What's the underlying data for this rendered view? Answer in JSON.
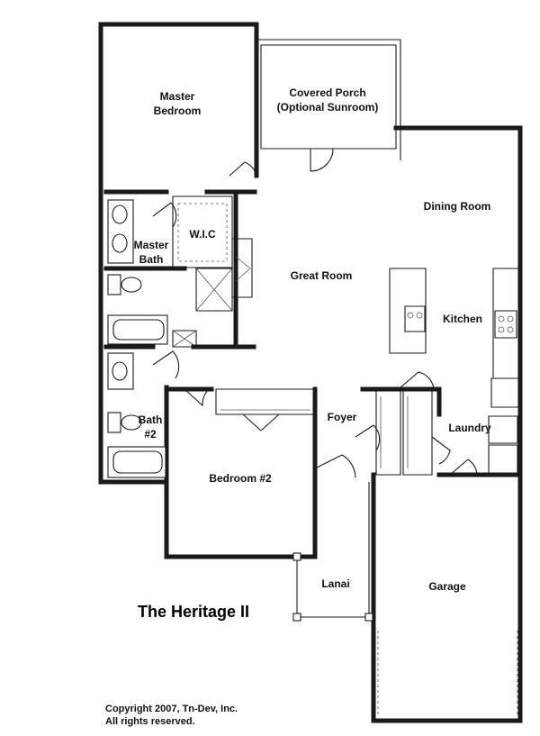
{
  "rooms": {
    "master_bedroom": [
      "Master",
      "Bedroom"
    ],
    "covered_porch": [
      "Covered Porch",
      "(Optional Sunroom)"
    ],
    "dining_room": "Dining Room",
    "wic": "W.I.C",
    "master_bath": [
      "Master",
      "Bath"
    ],
    "great_room": "Great Room",
    "kitchen": "Kitchen",
    "bath2": [
      "Bath",
      "#2"
    ],
    "foyer": "Foyer",
    "laundry": "Laundry",
    "bedroom2": "Bedroom #2",
    "lanai": "Lanai",
    "garage": "Garage"
  },
  "title": "The Heritage II",
  "copyright": [
    "Copyright 2007, Tn-Dev, Inc.",
    "All rights reserved."
  ]
}
